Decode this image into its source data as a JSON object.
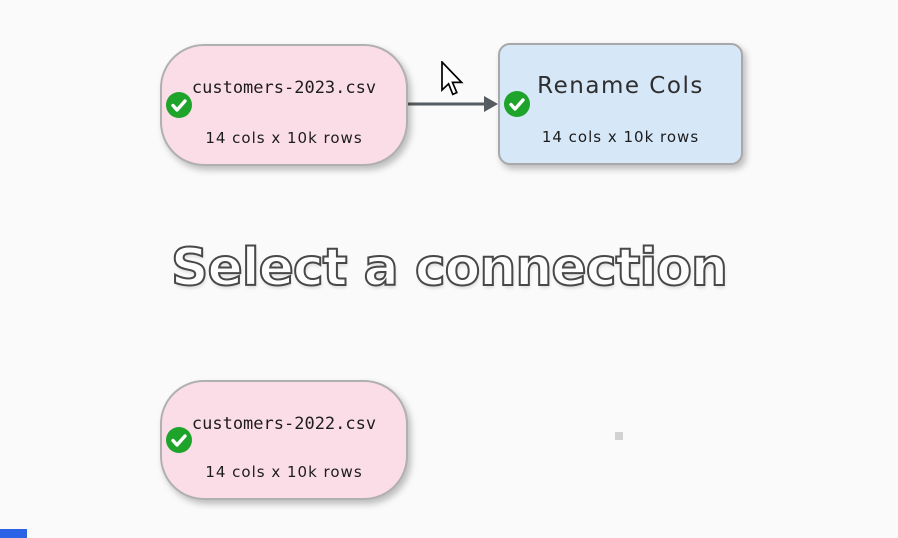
{
  "canvas": {
    "watermark": "Select a connection",
    "background_color": "#fafafa"
  },
  "nodes": [
    {
      "id": "customers-2023",
      "kind": "input-file",
      "title": "customers-2023.csv",
      "subtitle": "14 cols x 10k rows",
      "status": "ok",
      "status_icon": "check-circle",
      "fill_color": "#fbdde7",
      "border_color": "#b0b0b0"
    },
    {
      "id": "rename-cols",
      "kind": "transform",
      "title": "Rename Cols",
      "subtitle": "14 cols x 10k rows",
      "status": "ok",
      "status_icon": "check-circle",
      "fill_color": "#d6e7f8",
      "border_color": "#a8a8a8"
    },
    {
      "id": "customers-2022",
      "kind": "input-file",
      "title": "customers-2022.csv",
      "subtitle": "14 cols x 10k rows",
      "status": "ok",
      "status_icon": "check-circle",
      "fill_color": "#fbdde7",
      "border_color": "#b0b0b0"
    }
  ],
  "connections": [
    {
      "from": "customers-2023",
      "to": "rename-cols",
      "color": "#565c60"
    }
  ],
  "colors": {
    "status_ok": "#1ea42b",
    "watermark_outline": "#484848",
    "watermark_fill": "#fdfdfd",
    "canvas_dot": "#d2d2d2"
  }
}
